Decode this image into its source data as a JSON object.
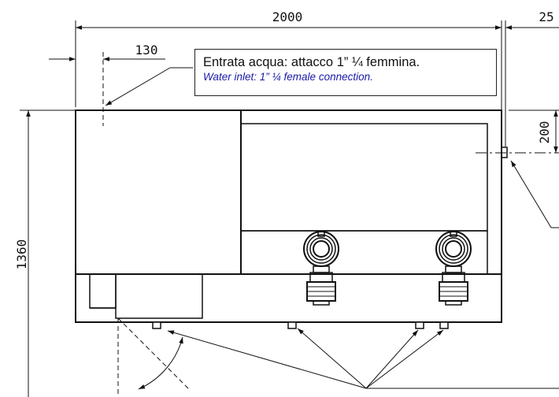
{
  "dimensions": {
    "total_width": "2000",
    "side_offset": "25",
    "inlet_offset": "130",
    "outlet_height": "200",
    "total_height": "1360"
  },
  "note": {
    "it": "Entrata acqua: attacco 1” ¼ femmina.",
    "en": "Water inlet: 1” ¼ female connection."
  },
  "colors": {
    "line": "#111111",
    "note_en": "#1a1aa8"
  }
}
